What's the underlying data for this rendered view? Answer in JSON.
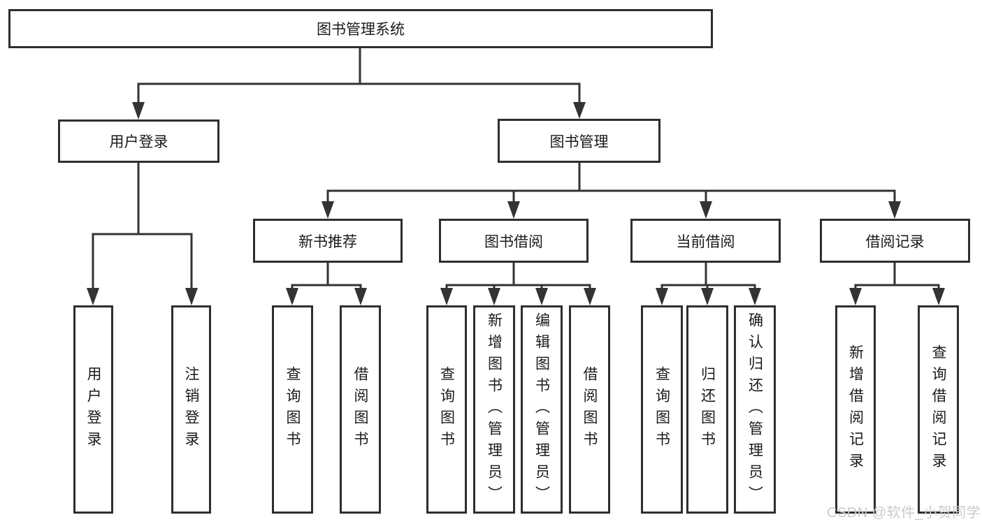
{
  "tree": {
    "label": "图书管理系统",
    "children": [
      {
        "label": "用户登录",
        "children": [
          {
            "label": "用户登录"
          },
          {
            "label": "注销登录"
          }
        ]
      },
      {
        "label": "图书管理",
        "children": [
          {
            "label": "新书推荐",
            "children": [
              {
                "label": "查询图书"
              },
              {
                "label": "借阅图书"
              }
            ]
          },
          {
            "label": "图书借阅",
            "children": [
              {
                "label": "查询图书"
              },
              {
                "label": "新增图书（管理员）"
              },
              {
                "label": "编辑图书（管理员）"
              },
              {
                "label": "借阅图书"
              }
            ]
          },
          {
            "label": "当前借阅",
            "children": [
              {
                "label": "查询图书"
              },
              {
                "label": "归还图书"
              },
              {
                "label": "确认归还（管理员）"
              }
            ]
          },
          {
            "label": "借阅记录",
            "children": [
              {
                "label": "新增借阅记录"
              },
              {
                "label": "查询借阅记录"
              }
            ]
          }
        ]
      }
    ]
  },
  "watermark": {
    "text": "CSDN @软件_小贺同学"
  },
  "colors": {
    "line": "#333333",
    "box_border": "#2e2e2e",
    "box_fill": "#ffffff",
    "text": "#1a1a1a",
    "watermark": "#cbcbcb"
  }
}
